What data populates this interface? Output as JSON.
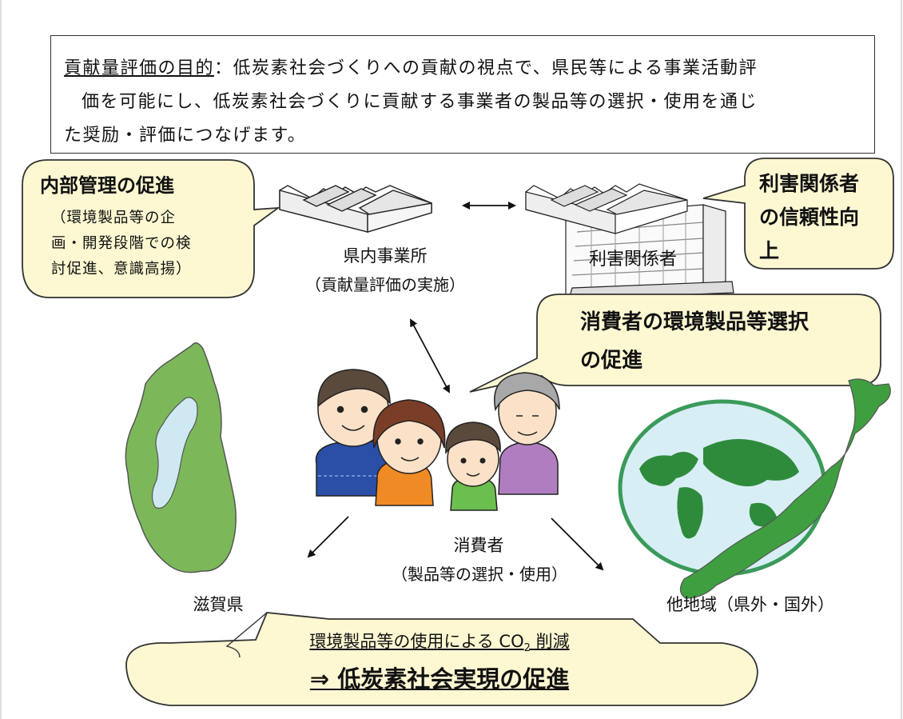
{
  "purpose": {
    "heading": "貢献量評価の目的",
    "line1_rest": "：低炭素社会づくりへの貢献の視点で、県民等による事業活動評",
    "line2": "価を可能にし、低炭素社会づくりに貢献する事業者の製品等の選択・使用を通じ",
    "line3": "た奨励・評価につなげます。"
  },
  "callouts": {
    "internal": {
      "title": "内部管理の促進",
      "sub1": "（環境製品等の企",
      "sub2": "画・開発段階での検",
      "sub3": "討促進、意識高揚）"
    },
    "stakeholder": {
      "line1": "利害関係者",
      "line2": "の信頼性向",
      "line3": "上"
    },
    "consumer": {
      "line1": "消費者の環境製品等選択",
      "line2": "の促進"
    },
    "bottom": {
      "line1_pre": "環境製品等の使用による CO",
      "line1_sub": "2",
      "line1_post": " 削減",
      "line2": "⇒ 低炭素社会実現の促進"
    }
  },
  "nodes": {
    "business": {
      "name": "県内事業所",
      "role": "（貢献量評価の実施）"
    },
    "stakeholders": {
      "name": "利害関係者"
    },
    "consumers": {
      "name": "消費者",
      "role": "（製品等の選択・使用）"
    },
    "shiga": {
      "name": "滋賀県"
    },
    "other": {
      "name": "他地域（県外・国外）"
    }
  },
  "colors": {
    "callout_fill": "#fdf8d2",
    "shiga_green": "#7cb85a",
    "lake_blue": "#cfe9f2",
    "globe_ocean": "#d8eef5",
    "globe_land": "#2e8b3c",
    "japan_green": "#3f9e3f"
  }
}
